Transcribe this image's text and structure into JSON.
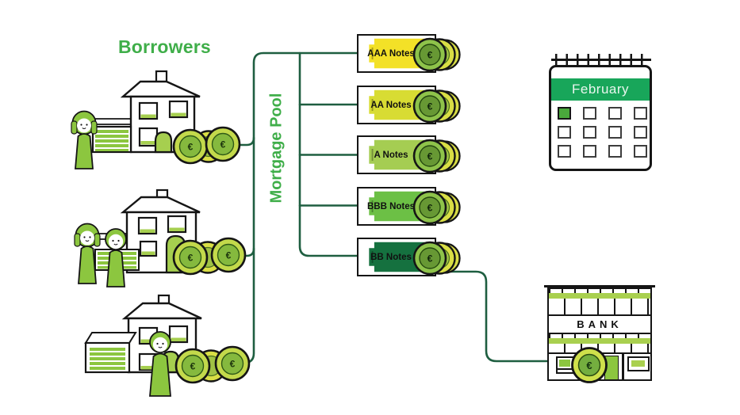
{
  "title": {
    "text": "Borrowers"
  },
  "pool": {
    "label": "Mortgage Pool"
  },
  "currency": "€",
  "notes": {
    "items": [
      {
        "label": "AAA Notes",
        "color": "#f3e127"
      },
      {
        "label": "AA Notes",
        "color": "#d8dc33"
      },
      {
        "label": "A Notes",
        "color": "#a5cd52"
      },
      {
        "label": "BBB Notes",
        "color": "#6cc045"
      },
      {
        "label": "BB Notes",
        "color": "#15713f"
      }
    ]
  },
  "houses": [
    {
      "occupants": "woman",
      "coins": 3
    },
    {
      "occupants": "woman and man",
      "coins": 3
    },
    {
      "occupants": "man",
      "coins": 3
    }
  ],
  "calendar": {
    "month": "February",
    "rows": 3,
    "cols": 4,
    "highlighted_day_index": 0,
    "header_color": "#18a65a",
    "highlight_color": "#4aa93c"
  },
  "bank": {
    "label": "BANK"
  },
  "colors": {
    "brand_green": "#3fae49",
    "connector_dark_green": "#1e5e40",
    "illustration_green": "#8cc63f",
    "accent_light_green": "#a6cf4f",
    "coin_ring": "#c3d94b",
    "coin_core": "#85b93e",
    "outline": "#151515"
  }
}
